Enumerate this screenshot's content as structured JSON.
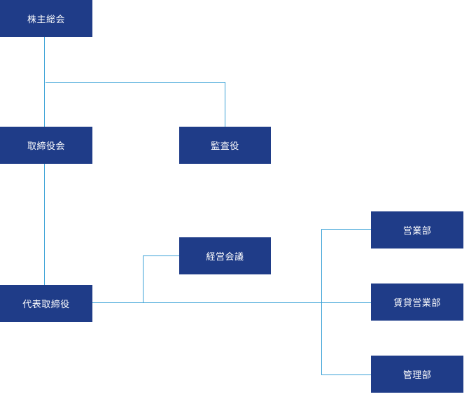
{
  "nodes": {
    "shareholders_meeting": "株主総会",
    "board_of_directors": "取締役会",
    "auditor": "監査役",
    "representative_director": "代表取締役",
    "management_meeting": "経営会議",
    "sales_department": "営業部",
    "leasing_sales_department": "賃貸営業部",
    "administration_department": "管理部"
  },
  "colors": {
    "box_fill": "#1f3c88",
    "box_text": "#ffffff",
    "connector": "#3aa1d6"
  }
}
